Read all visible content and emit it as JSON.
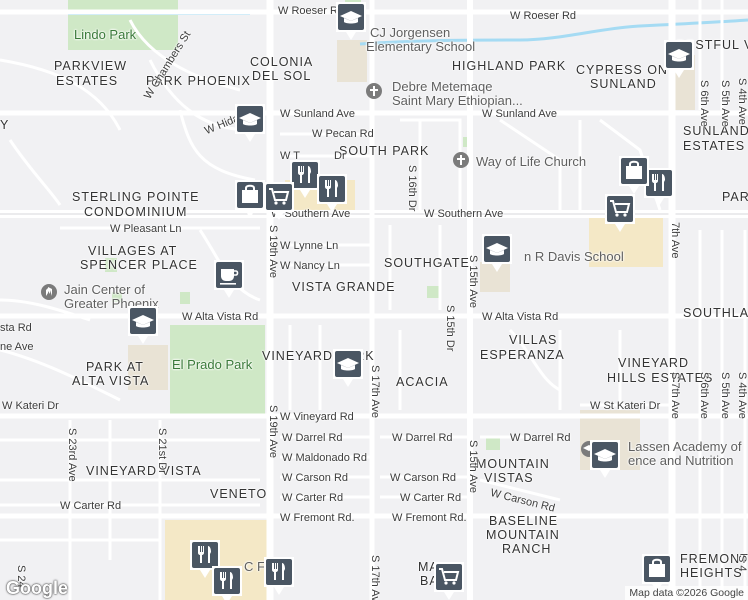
{
  "neighborhoods": [
    "PARKVIEW",
    "ESTATES",
    "PARK PHOENIX",
    "COLONIA",
    "DEL SOL",
    "HIGHLAND PARK",
    "CYPRESS ON",
    "SUNLAND",
    "RESTFUL V",
    "SUNLAND",
    "ESTATES",
    "SOUTH PARK",
    "STERLING POINTE",
    "CONDOMINIUM",
    "PAR",
    "VILLAGES AT",
    "SPENCER PLACE",
    "SOUTHGATE",
    "VISTA GRANDE",
    "SOUTHLA",
    "PARK AT",
    "ALTA VISTA",
    "VINEYARD PARK",
    "VILLAS",
    "ESPERANZA",
    "VINEYARD",
    "HILLS ESTATES",
    "ACACIA",
    "VINEYARD VISTA",
    "VENETO",
    "MOUNTAIN",
    "VISTAS",
    "BASELINE",
    "MOUNTAIN",
    "RANCH",
    "FREMONT",
    "HEIGHTS",
    "MA",
    "BA",
    "Y"
  ],
  "streets": [
    "W Roeser Rd",
    "W Roeser Rd",
    "W Sunland Ave",
    "W Sunland Ave",
    "W Pecan Rd",
    "W Chambers St",
    "W Hidalgo",
    "W T",
    "Dr",
    "W Southern Ave",
    "W Southern Ave",
    "W Pleasant Ln",
    "W Lynne Ln",
    "W Nancy Ln",
    "W Alta Vista Rd",
    "W Alta Vista Rd",
    "sta Rd",
    "ne Ave",
    "W St Kateri Dr",
    "W Kateri Dr",
    "W Vineyard Rd",
    "W Darrel Rd",
    "W Darrel Rd",
    "W Darrel Rd",
    "W Maldonado Rd",
    "W Carson Rd",
    "W Carson Rd",
    "W Carson Rd",
    "W Carter Rd",
    "W Carter Rd",
    "W Carter Rd",
    "W Fremont Rd.",
    "W Fremont Rd.",
    "S 19th Ave",
    "S 19th Ave",
    "S 17th Ave",
    "S 17th Ave",
    "S 16th Dr",
    "S 15th Ave",
    "S 15th Ave",
    "S 15th Dr",
    "7th Ave",
    "S 7th Ave",
    "S 6th Ave",
    "S 5th Ave",
    "S 4th Ave",
    "S 6th Ave",
    "S 5th Ave",
    "S 4th Ave",
    "S 23rd Ave",
    "S 21st Dr",
    "S 24",
    "S 4"
  ],
  "pois": [
    "CJ Jorgensen",
    "Elementary School",
    "Debre Metemaqe",
    "Saint Mary Ethiopian...",
    "Way of Life Church",
    "n R Davis School",
    "Jain Center of",
    "Greater Phoenix",
    "El Prado Park",
    "Lassen Academy of",
    "ence and Nutrition",
    "Lindo Park",
    "C Fit"
  ],
  "pins": [
    "school-icon",
    "school-icon",
    "school-icon",
    "school-icon",
    "school-icon",
    "school-icon",
    "school-icon",
    "restaurant-icon",
    "restaurant-icon",
    "restaurant-icon",
    "restaurant-icon",
    "restaurant-icon",
    "restaurant-icon",
    "shopping-bag-icon",
    "shopping-bag-icon",
    "shopping-bag-icon",
    "shopping-cart-icon",
    "shopping-cart-icon",
    "shopping-cart-icon",
    "cafe-icon"
  ],
  "footer": {
    "logo": "Google",
    "attribution": "Map data ©2026 Google"
  }
}
